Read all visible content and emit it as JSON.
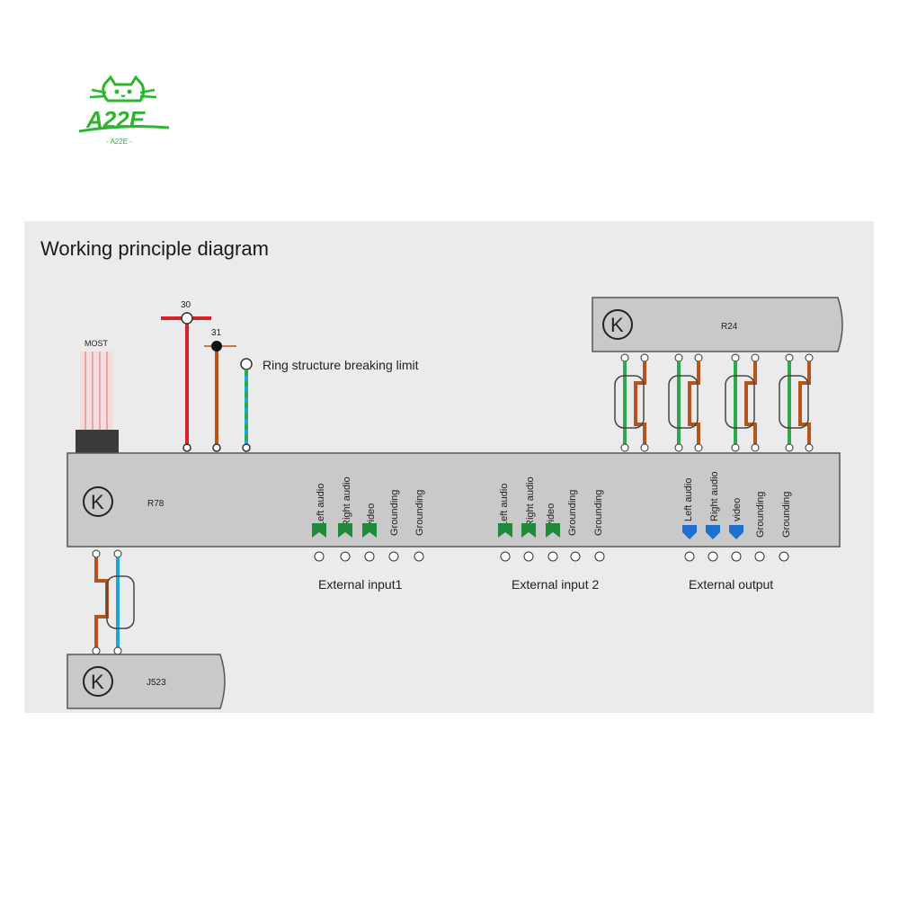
{
  "brand": {
    "logo_text": "A22E",
    "logo_subtext": "- A22E -",
    "color": "#2db52d"
  },
  "title": "Working principle diagram",
  "modules": {
    "main": "R78",
    "top_right": "R24",
    "bottom_left": "J523",
    "logo_glyph": "K"
  },
  "top_connectors": {
    "terminal_30": "30",
    "terminal_31": "31",
    "ring_label": "Ring structure breaking limit",
    "most": "MOST"
  },
  "external_input_1": {
    "label": "External input1",
    "pins": [
      "Left audio",
      "Right audio",
      "video",
      "Grounding",
      "Grounding"
    ]
  },
  "external_input_2": {
    "label": "External input 2",
    "pins": [
      "Left audio",
      "Right audio",
      "video",
      "Grounding",
      "Grounding"
    ]
  },
  "external_output": {
    "label": "External output",
    "pins": [
      "Left audio",
      "Right audio",
      "video",
      "Grounding",
      "Grounding"
    ]
  },
  "colors": {
    "module_fill": "#c9c9c9",
    "wire_red": "#d8202a",
    "wire_brown": "#b5541c",
    "wire_cyan": "#1fa6d8",
    "wire_green": "#2ea84a",
    "wire_blue": "#1e6fd0"
  }
}
